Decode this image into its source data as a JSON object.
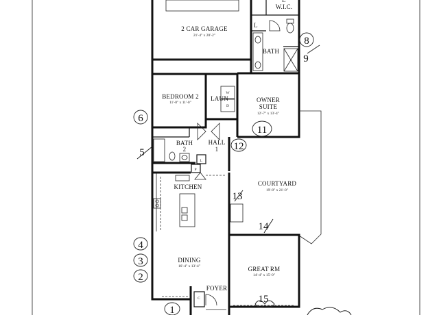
{
  "rooms": {
    "garage": {
      "name": "2 CAR GARAGE",
      "dims": "21'-4\" x 20'-2\""
    },
    "wic": {
      "name": "W.I.C.",
      "marker": "L"
    },
    "owner_bath": {
      "name": "BATH"
    },
    "bedroom2": {
      "name": "BEDROOM 2",
      "dims": "11'-8\" x 11'-0\""
    },
    "laundry": {
      "name": "LAUN",
      "washer": "W",
      "dryer": "D"
    },
    "owner_suite": {
      "name": "OWNER SUITE",
      "line1": "OWNER",
      "line2": "SUITE",
      "dims": "12'-7\" x 13'-4\""
    },
    "bath2": {
      "name": "BATH 2",
      "line1": "BATH",
      "line2": "2"
    },
    "hall": {
      "name": "HALL 1",
      "line1": "HALL",
      "line2": "1"
    },
    "linen": {
      "label": "L"
    },
    "pantry": {
      "label": "P"
    },
    "kitchen": {
      "name": "KITCHEN"
    },
    "courtyard": {
      "name": "COURTYARD",
      "dims": "19'-8\" x 21'-0\""
    },
    "dining": {
      "name": "DINING",
      "dims": "16'-4\" x 13'-4\""
    },
    "great_room": {
      "name": "GREAT RM",
      "dims": "14'-4\" x 15'-0\""
    },
    "foyer": {
      "name": "FOYER"
    },
    "coat": {
      "label": "C"
    }
  },
  "annotations": {
    "n1": "1",
    "n2": "2",
    "n3": "3",
    "n4": "4",
    "n5": "5",
    "n6": "6",
    "n8": "8",
    "n9": "9",
    "n11": "11",
    "n12": "12",
    "n13": "13",
    "n14": "14",
    "n15": "15"
  },
  "colors": {
    "ink": "#111111",
    "paper": "#ffffff"
  }
}
